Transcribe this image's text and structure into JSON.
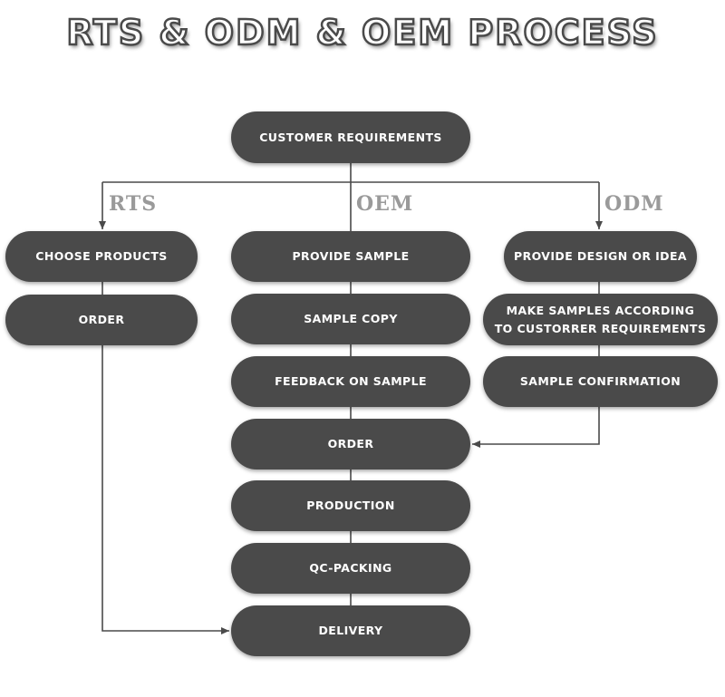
{
  "title": "RTS & ODM & OEM PROCESS",
  "branches": {
    "rts": "RTS",
    "oem": "OEM",
    "odm": "ODM"
  },
  "nodes": {
    "customer_requirements": "CUSTOMER REQUIREMENTS",
    "choose_products": "CHOOSE PRODUCTS",
    "rts_order": "ORDER",
    "provide_sample": "PROVIDE SAMPLE",
    "sample_copy": "SAMPLE COPY",
    "feedback_on_sample": "FEEDBACK ON SAMPLE",
    "order": "ORDER",
    "production": "PRODUCTION",
    "qc_packing": "QC-PACKING",
    "delivery": "DELIVERY",
    "provide_design": "PROVIDE DESIGN OR IDEA",
    "make_samples_line1": "MAKE SAMPLES ACCORDING",
    "make_samples_line2": "TO CUSTORRER REQUIREMENTS",
    "sample_confirmation": "SAMPLE CONFIRMATION"
  }
}
